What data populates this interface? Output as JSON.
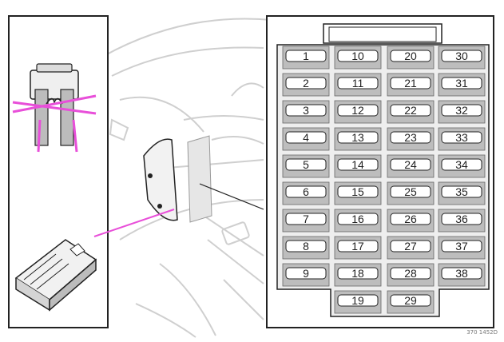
{
  "fuse_box": {
    "columns": [
      [
        "1",
        "2",
        "3",
        "4",
        "5",
        "6",
        "7",
        "8",
        "9"
      ],
      [
        "10",
        "11",
        "12",
        "13",
        "14",
        "15",
        "16",
        "17",
        "18",
        "19"
      ],
      [
        "20",
        "21",
        "22",
        "23",
        "24",
        "25",
        "26",
        "27",
        "28",
        "29"
      ],
      [
        "30",
        "31",
        "32",
        "33",
        "34",
        "35",
        "36",
        "37",
        "38"
      ]
    ]
  },
  "image_code": "370 1452D",
  "colors": {
    "highlight": "#e84fd9",
    "fuse_slot": "#bdbdbd",
    "panel_stroke": "#222222",
    "car_line": "#c9c9c9"
  }
}
